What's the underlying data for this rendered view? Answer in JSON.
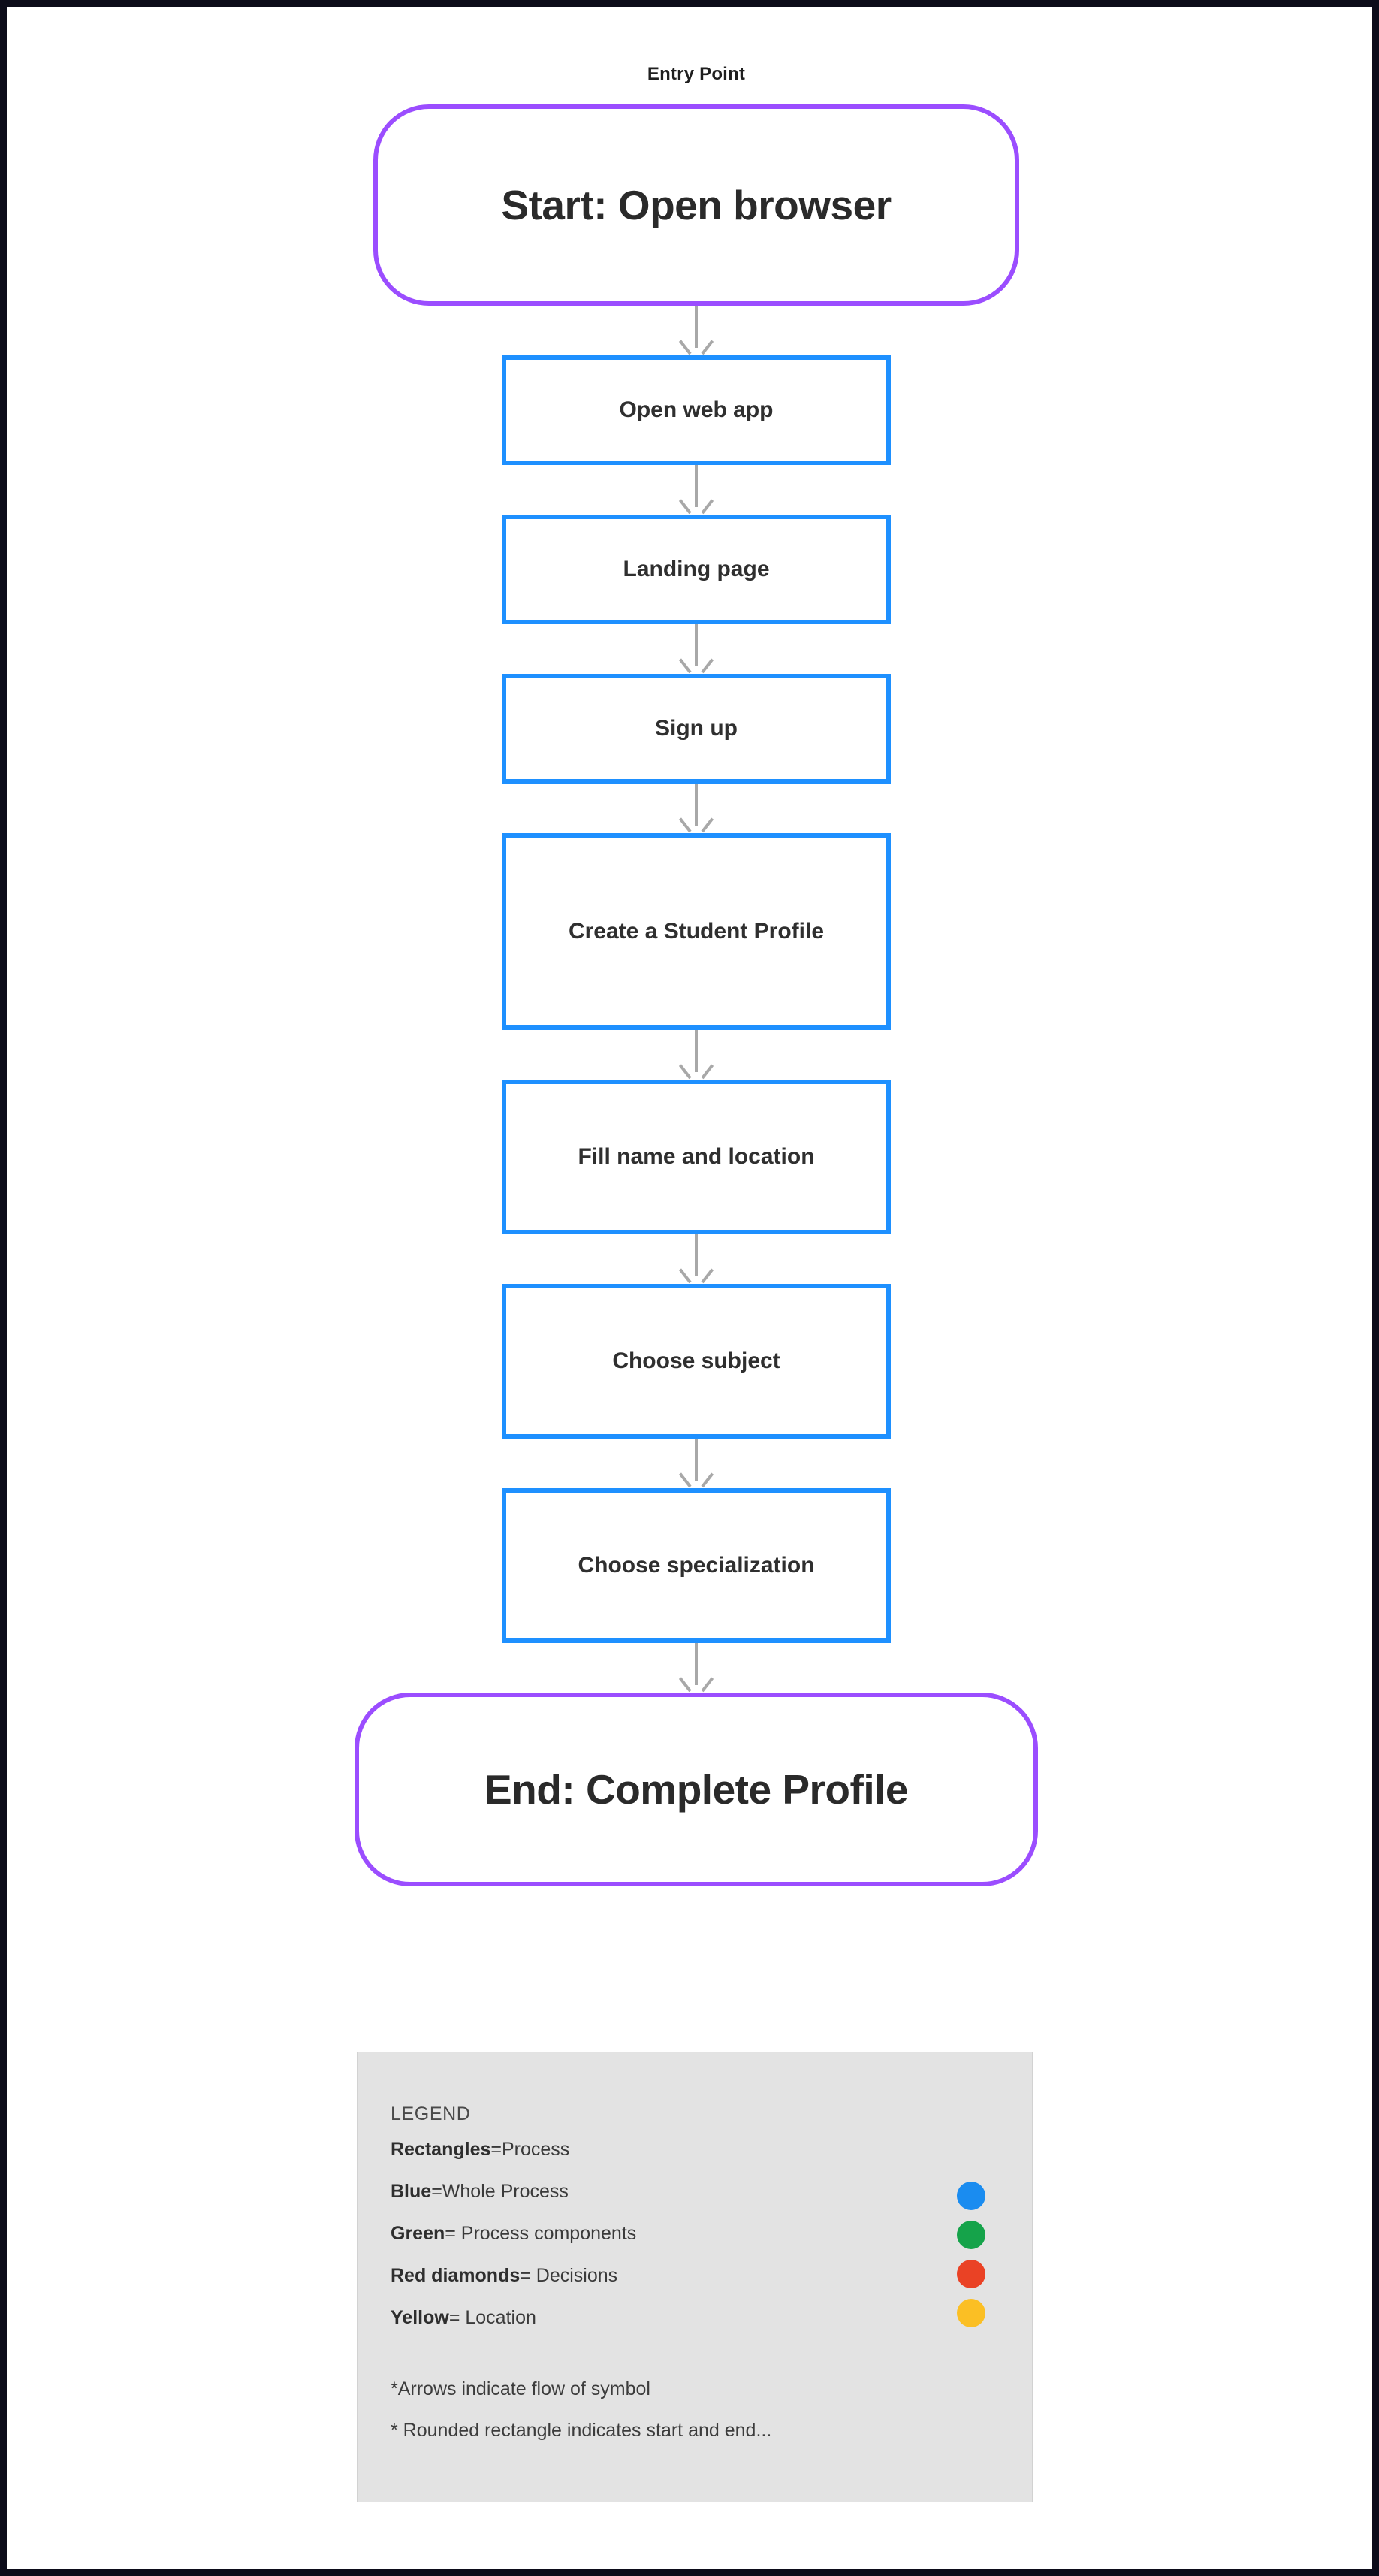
{
  "diagram": {
    "entry_caption": "Entry Point",
    "colors": {
      "terminator_border": "#9B4DFF",
      "process_border": "#1E90FF",
      "arrow": "#a8a8a8",
      "legend_background": "#e3e3e3",
      "frame": "#0c0c1a"
    },
    "nodes": [
      {
        "id": "start",
        "shape": "terminator",
        "label": "Start: Open browser"
      },
      {
        "id": "open-web-app",
        "shape": "process",
        "label": "Open web app"
      },
      {
        "id": "landing-page",
        "shape": "process",
        "label": "Landing page"
      },
      {
        "id": "sign-up",
        "shape": "process",
        "label": "Sign up"
      },
      {
        "id": "create-profile",
        "shape": "process",
        "label": "Create a Student Profile"
      },
      {
        "id": "fill-details",
        "shape": "process",
        "label": "Fill name and location"
      },
      {
        "id": "choose-subject",
        "shape": "process",
        "label": "Choose subject"
      },
      {
        "id": "choose-spec",
        "shape": "process",
        "label": "Choose specialization"
      },
      {
        "id": "end",
        "shape": "terminator",
        "label": "End: Complete Profile"
      }
    ]
  },
  "legend": {
    "title": "LEGEND",
    "rows": [
      {
        "term": "Rectangles",
        "definition": "=Process"
      },
      {
        "term": "Blue",
        "definition": "=Whole Process"
      },
      {
        "term": "Green",
        "definition": "= Process components"
      },
      {
        "term": "Red diamonds",
        "definition": "= Decisions"
      },
      {
        "term": "Yellow",
        "definition": "= Location"
      }
    ],
    "dots": [
      {
        "name": "blue-dot",
        "color": "#1A8CF0"
      },
      {
        "name": "green-dot",
        "color": "#15A34A"
      },
      {
        "name": "red-dot",
        "color": "#EA4225"
      },
      {
        "name": "yellow-dot",
        "color": "#FBBF24"
      }
    ],
    "notes": [
      "*Arrows indicate flow of symbol",
      "* Rounded rectangle indicates start and end..."
    ]
  }
}
